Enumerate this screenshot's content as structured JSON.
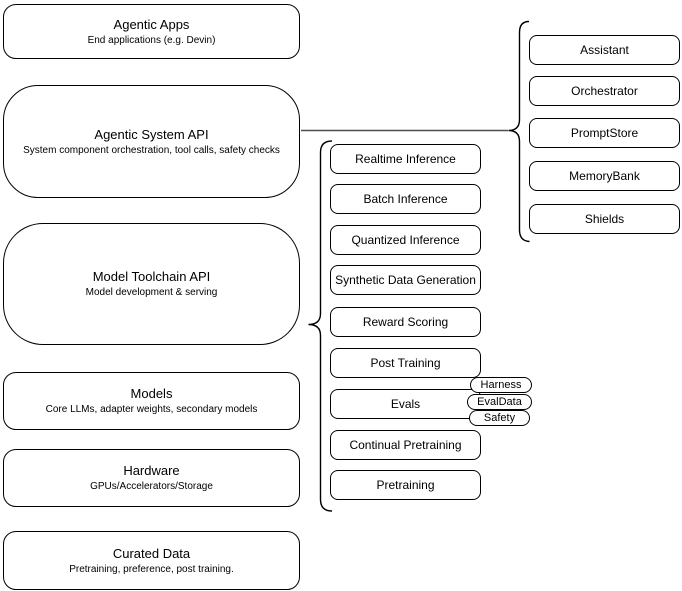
{
  "left_stack": [
    {
      "title": "Agentic Apps",
      "subtitle": "End applications (e.g. Devin)"
    },
    {
      "title": "Agentic System API",
      "subtitle": "System component orchestration, tool calls, safety checks"
    },
    {
      "title": "Model Toolchain API",
      "subtitle": "Model development & serving"
    },
    {
      "title": "Models",
      "subtitle": "Core LLMs, adapter weights, secondary models"
    },
    {
      "title": "Hardware",
      "subtitle": "GPUs/Accelerators/Storage"
    },
    {
      "title": "Curated Data",
      "subtitle": "Pretraining, preference, post training."
    }
  ],
  "toolchain_components": [
    "Realtime Inference",
    "Batch Inference",
    "Quantized Inference",
    "Synthetic Data Generation",
    "Reward Scoring",
    "Post Training",
    "Evals",
    "Continual Pretraining",
    "Pretraining"
  ],
  "eval_tags": [
    "Harness",
    "EvalData",
    "Safety"
  ],
  "system_components": [
    "Assistant",
    "Orchestrator",
    "PromptStore",
    "MemoryBank",
    "Shields"
  ],
  "colors": {
    "stroke": "#000000",
    "connector": "#4d4d4d",
    "background": "#ffffff"
  }
}
